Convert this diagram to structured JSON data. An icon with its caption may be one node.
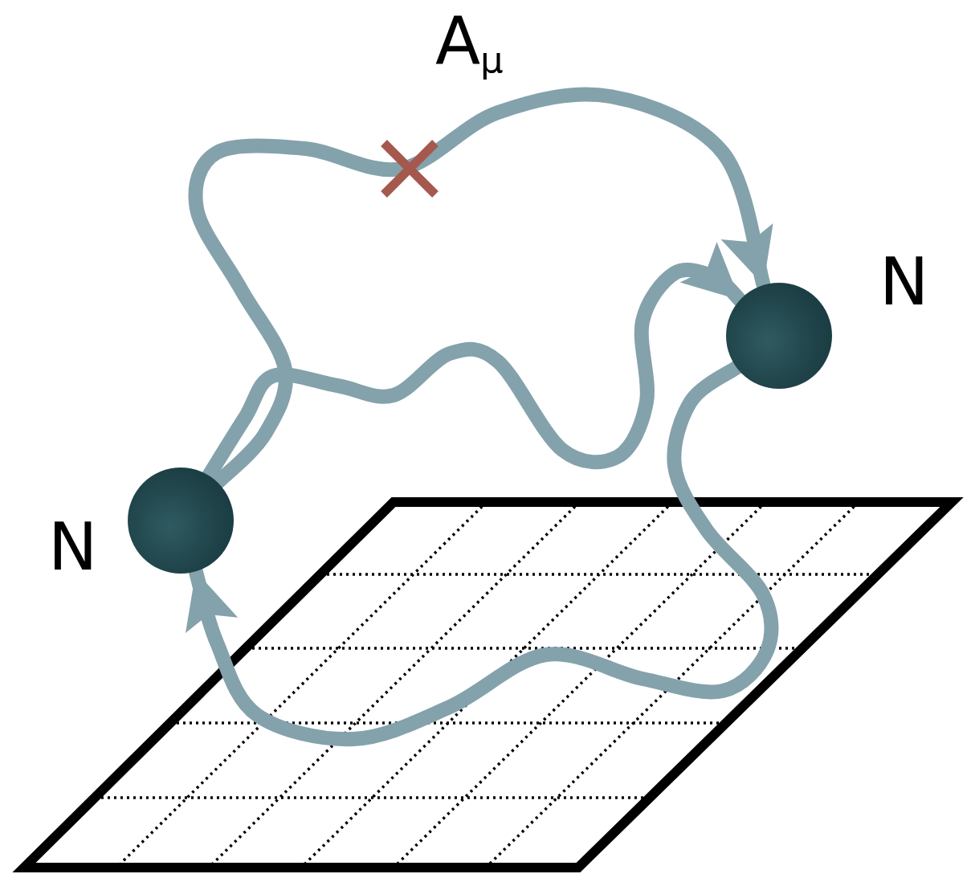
{
  "diagram": {
    "nodes": [
      {
        "text": [],
        "shape": "circle",
        "beside": [
          "N"
        ]
      },
      {
        "text": [],
        "shape": "circle",
        "beside": [
          "N"
        ]
      }
    ],
    "edges": [
      {
        "from": 0,
        "to": 1,
        "arrow": "to"
      },
      {
        "from": 0,
        "to": 1,
        "arrow": "to"
      },
      {
        "from": 1,
        "to": 0,
        "arrow": "to"
      }
    ],
    "labels": [
      "A$_{μ}$"
    ]
  }
}
